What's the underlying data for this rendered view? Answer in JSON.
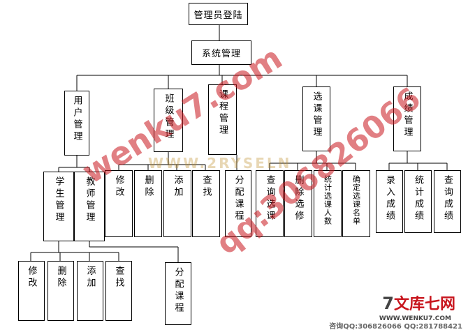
{
  "root": "管理员登陆",
  "system": "系统管理",
  "modules": {
    "user": "用户管理",
    "class": "班级管理",
    "course": "课程管理",
    "elective": "选课管理",
    "grade": "成绩管理"
  },
  "user_children": {
    "student": "学生管理",
    "teacher": "教师管理"
  },
  "student_ops": [
    "修改",
    "删除",
    "添加",
    "查找"
  ],
  "teacher_ops": {
    "assign": "分配课程"
  },
  "class_ops": [
    "修改",
    "删除",
    "添加",
    "查找"
  ],
  "course_ops": {
    "assign": "分配课程"
  },
  "elective_ops": [
    "查询选课",
    "删除选修",
    "统计选课人数",
    "确定选课名单"
  ],
  "grade_ops": [
    "录入成绩",
    "统计成绩",
    "查询成绩"
  ],
  "watermarks": {
    "site": "wenku7.com",
    "qq": "qq:306826066",
    "banner": "WWW.2RYSELN"
  },
  "logo": {
    "mark": "7",
    "name": "文库七网",
    "url": "WWW.WENKU7.COM",
    "contact": "咨询QQ:306826066 QQ:281788421"
  },
  "colors": {
    "line": "#000000",
    "watermark": "#c8161e",
    "logo": "#c8161e"
  }
}
